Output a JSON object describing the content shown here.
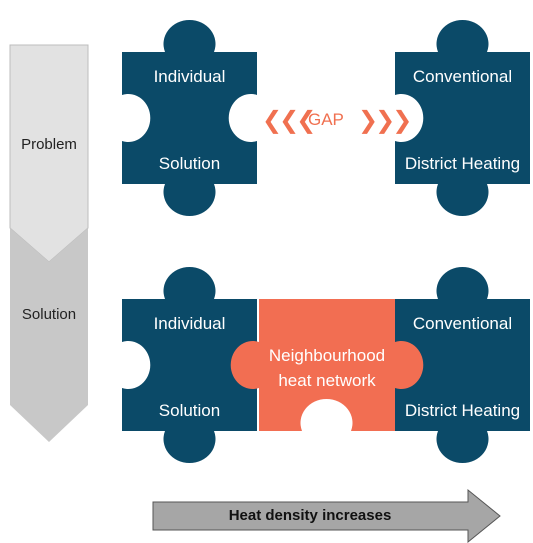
{
  "colors": {
    "piece_blue": "#0b4a68",
    "piece_orange": "#f26e52",
    "arrow_light": "#e2e2e2",
    "arrow_mid": "#c8c8c8",
    "bottom_arrow": "#a6a6a6",
    "gap_text": "#f07050"
  },
  "side_arrow": {
    "problem_label": "Problem",
    "solution_label": "Solution"
  },
  "problem_row": {
    "left_piece": {
      "top": "Individual",
      "bottom": "Solution"
    },
    "gap_label": "GAP",
    "left_chevrons": "❮❮❮",
    "right_chevrons": "❯❯❯",
    "right_piece": {
      "top": "Conventional",
      "bottom": "District Heating"
    }
  },
  "solution_row": {
    "left_piece": {
      "top": "Individual",
      "bottom": "Solution"
    },
    "middle_piece": {
      "line1": "Neighbourhood",
      "line2": "heat network"
    },
    "right_piece": {
      "top": "Conventional",
      "bottom": "District Heating"
    }
  },
  "bottom_arrow": {
    "label": "Heat density increases"
  }
}
